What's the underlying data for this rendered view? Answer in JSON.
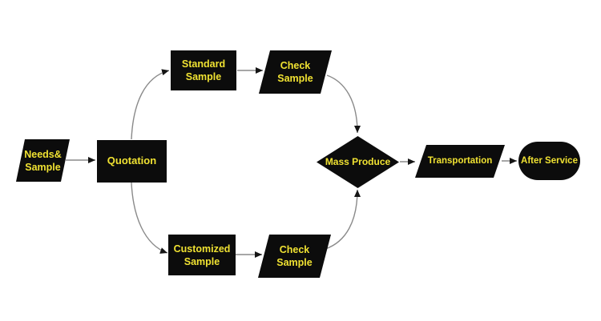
{
  "flowchart": {
    "colors": {
      "background": "#ffffff",
      "shape_fill": "#0c0c0c",
      "label_text": "#f0e232",
      "connector_line": "#8a8a8a",
      "arrowhead": "#151515"
    },
    "nodes": {
      "needs": {
        "shape": "parallelogram",
        "lines": [
          "Needs&",
          "Sample"
        ]
      },
      "quotation": {
        "shape": "rectangle",
        "lines": [
          "Quotation"
        ]
      },
      "standard": {
        "shape": "rectangle",
        "lines": [
          "Standard",
          "Sample"
        ]
      },
      "check_top": {
        "shape": "parallelogram",
        "lines": [
          "Check",
          "Sample"
        ]
      },
      "customized": {
        "shape": "rectangle",
        "lines": [
          "Customized",
          "Sample"
        ]
      },
      "check_bottom": {
        "shape": "parallelogram",
        "lines": [
          "Check",
          "Sample"
        ]
      },
      "mass_produce": {
        "shape": "diamond",
        "lines": [
          "Mass Produce"
        ]
      },
      "transportation": {
        "shape": "parallelogram",
        "lines": [
          "Transportation"
        ]
      },
      "after_service": {
        "shape": "stadium",
        "lines": [
          "After Service"
        ]
      }
    },
    "edges": [
      {
        "from": "needs",
        "to": "quotation"
      },
      {
        "from": "quotation",
        "to": "standard"
      },
      {
        "from": "standard",
        "to": "check_top"
      },
      {
        "from": "check_top",
        "to": "mass_produce"
      },
      {
        "from": "quotation",
        "to": "customized"
      },
      {
        "from": "customized",
        "to": "check_bottom"
      },
      {
        "from": "check_bottom",
        "to": "mass_produce"
      },
      {
        "from": "mass_produce",
        "to": "transportation"
      },
      {
        "from": "transportation",
        "to": "after_service"
      }
    ]
  }
}
